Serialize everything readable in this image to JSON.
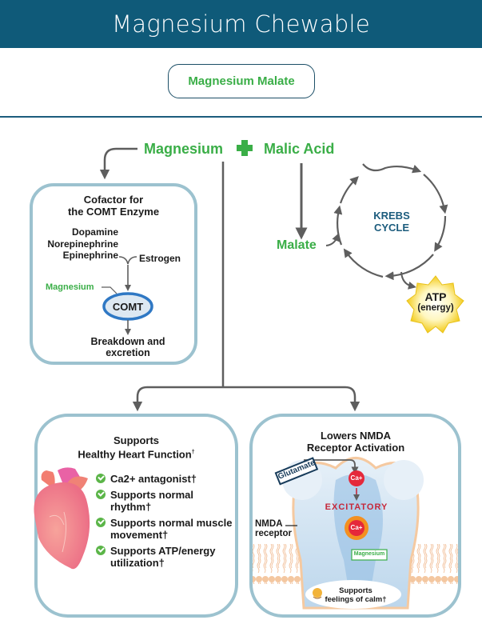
{
  "header": {
    "title": "Magnesium Chewable"
  },
  "product_form": "Magnesium Malate",
  "colors": {
    "header_bg": "#0f5a79",
    "accent_green": "#3aae47",
    "box_border": "#9cc2cf",
    "krebs_text": "#1c5c7d"
  },
  "top_formula": {
    "left": "Magnesium",
    "operator": "+",
    "right": "Malic Acid"
  },
  "comt_panel": {
    "title_line1": "Cofactor for",
    "title_line2": "the COMT Enzyme",
    "substrates": [
      "Dopamine",
      "Norepinephrine",
      "Epinephrine"
    ],
    "estrogen": "Estrogen",
    "cofactor_label": "Magnesium",
    "enzyme": "COMT",
    "result_line1": "Breakdown and",
    "result_line2": "excretion"
  },
  "krebs": {
    "malate_label": "Malate",
    "cycle_line1": "KREBS",
    "cycle_line2": "CYCLE",
    "atp_line1": "ATP",
    "atp_line2": "(energy)"
  },
  "heart_panel": {
    "title_line1": "Supports",
    "title_line2": "Healthy Heart Function",
    "dagger": "†",
    "items": [
      "Ca2+ antagonist†",
      "Supports normal rhythm†",
      "Supports normal muscle movement†",
      "Supports ATP/energy utilization†"
    ]
  },
  "nmda_panel": {
    "title_line1": "Lowers NMDA",
    "title_line2": "Receptor Activation",
    "glutamate_label": "Glutamate",
    "ion_label": "Ca+",
    "excitatory_label": "EXCITATORY",
    "magnesium_label": "Magnesium",
    "receptor_line1": "NMDA",
    "receptor_line2": "receptor",
    "calm_line1": "Supports",
    "calm_line2": "feelings of calm†"
  }
}
